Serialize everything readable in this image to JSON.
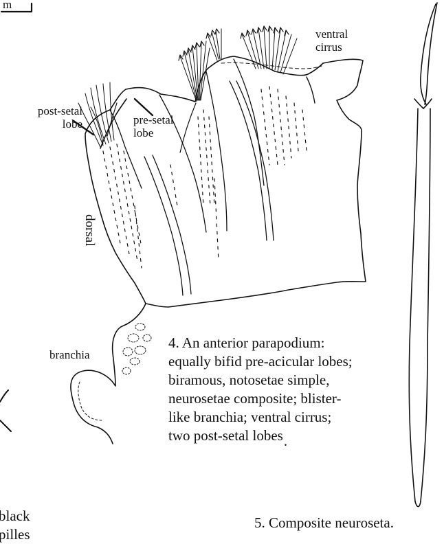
{
  "scale_bar": {
    "text": "m"
  },
  "labels": {
    "post_setal_1": "post-setal",
    "post_setal_2": "lobe",
    "pre_setal_1": "pre-setal",
    "pre_setal_2": "lobe",
    "ventral_1": "ventral",
    "ventral_2": "cirrus",
    "dorsal": "dorsal",
    "branchia": "branchia"
  },
  "caption4": {
    "line1": "4. An anterior parapodium:",
    "line2": "equally bifid pre-acicular lobes;",
    "line3": "biramous, notosetae simple,",
    "line4": "neurosetae composite; blister-",
    "line5": "like branchia; ventral cirrus;",
    "line6": "two post-setal lobes",
    "end_mark": "."
  },
  "caption5": {
    "text": "5. Composite neuroseta."
  },
  "left_fragment": {
    "line1": "black",
    "line2": "pilles"
  }
}
